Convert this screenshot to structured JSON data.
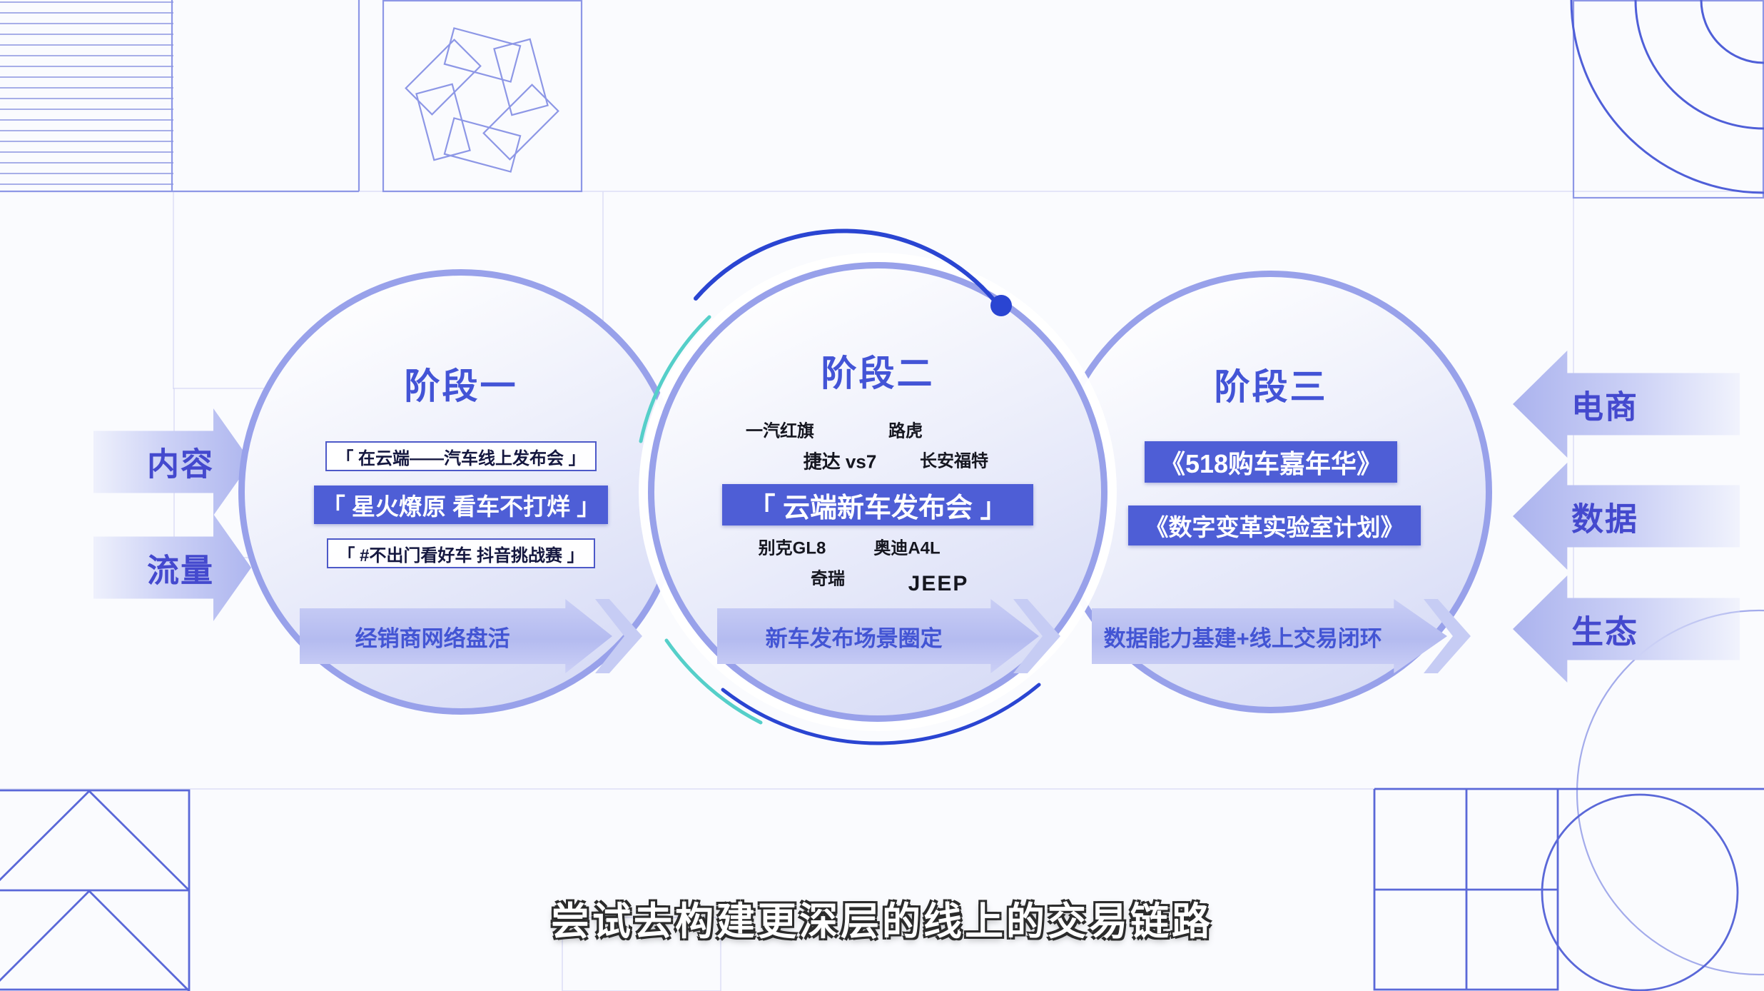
{
  "colors": {
    "accent_blue": "#4354d6",
    "highlight_bg": "#4e5ed6",
    "ring": "#98a1ea",
    "teal": "#55cfc9",
    "arc_blue": "#2a45d2",
    "dark_text": "#14173f",
    "decor_stroke": "#5a68d8"
  },
  "stage1": {
    "title": "阶段一",
    "box1": "「 在云端——汽车线上发布会 」",
    "box2": "「 星火燎原 看车不打烊 」",
    "box3": "「 #不出门看好车 抖音挑战赛 」",
    "arrow_label": "经销商网络盘活"
  },
  "stage2": {
    "title": "阶段二",
    "brand1": "一汽红旗",
    "brand2": "路虎",
    "brand3": "捷达 vs7",
    "brand4": "长安福特",
    "highlight": "「 云端新车发布会 」",
    "brand5": "别克GL8",
    "brand6": "奥迪A4L",
    "brand7": "奇瑞",
    "brand8": "JEEP",
    "arrow_label": "新车发布场景圈定"
  },
  "stage3": {
    "title": "阶段三",
    "box1": "《518购车嘉年华》",
    "box2": "《数字变革实验室计划》",
    "arrow_label": "数据能力基建+线上交易闭环"
  },
  "left_labels": {
    "top": "内容",
    "bottom": "流量"
  },
  "right_labels": {
    "top": "电商",
    "middle": "数据",
    "bottom": "生态"
  },
  "subtitle": "尝试去构建更深层的线上的交易链路"
}
